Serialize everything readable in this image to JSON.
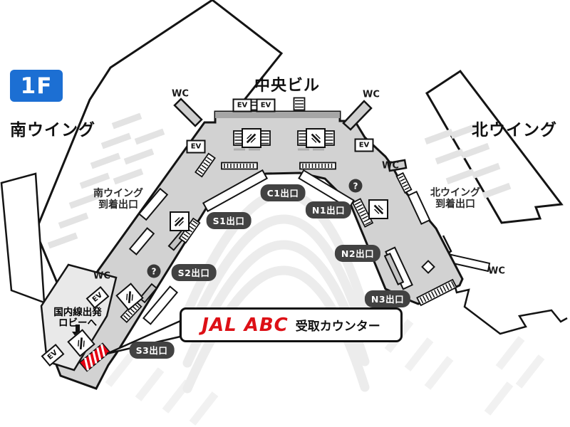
{
  "floor_badge": "1F",
  "titles": {
    "central_building": "中央ビル",
    "south_wing": "南ウイング",
    "north_wing": "北ウイング"
  },
  "areas": {
    "south_arrival_line1": "南ウイング",
    "south_arrival_line2": "到着出口",
    "north_arrival_line1": "北ウイング",
    "north_arrival_line2": "到着出口",
    "domestic_line1": "国内線出発",
    "domestic_line2": "ロビーへ"
  },
  "exits": {
    "c1": "C1出口",
    "s1": "S1出口",
    "s2": "S2出口",
    "s3": "S3出口",
    "n1": "N1出口",
    "n2": "N2出口",
    "n3": "N3出口"
  },
  "facilities": {
    "wc": "WC",
    "ev": "EV",
    "info_mark": "?"
  },
  "callout": {
    "brand": "JAL ABC",
    "label": "受取カウンター"
  },
  "colors": {
    "floor_badge_bg": "#1c6fd3",
    "terminal_fill": "#d2d2d2",
    "exit_badge_bg": "#424242",
    "brand_red": "#dd1016",
    "marker_red": "#e60012",
    "outline": "#141414"
  }
}
